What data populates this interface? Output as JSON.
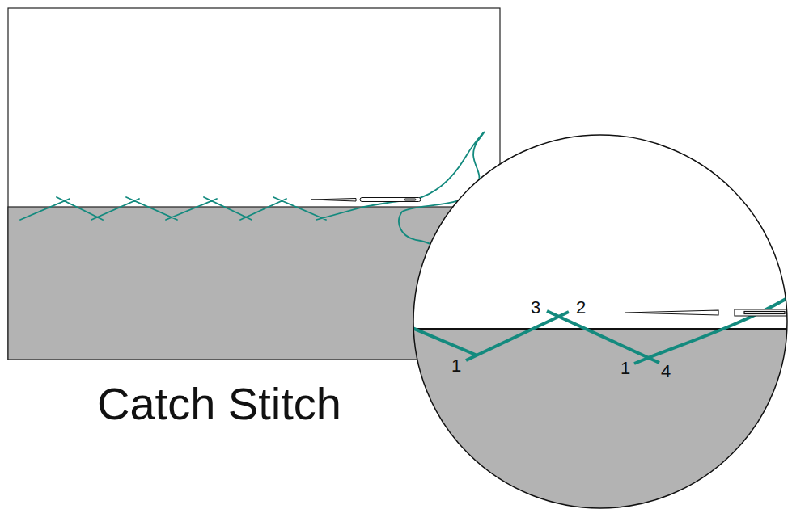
{
  "diagram": {
    "title": "Catch Stitch",
    "labels": [
      "3",
      "2",
      "1",
      "1",
      "4"
    ]
  }
}
